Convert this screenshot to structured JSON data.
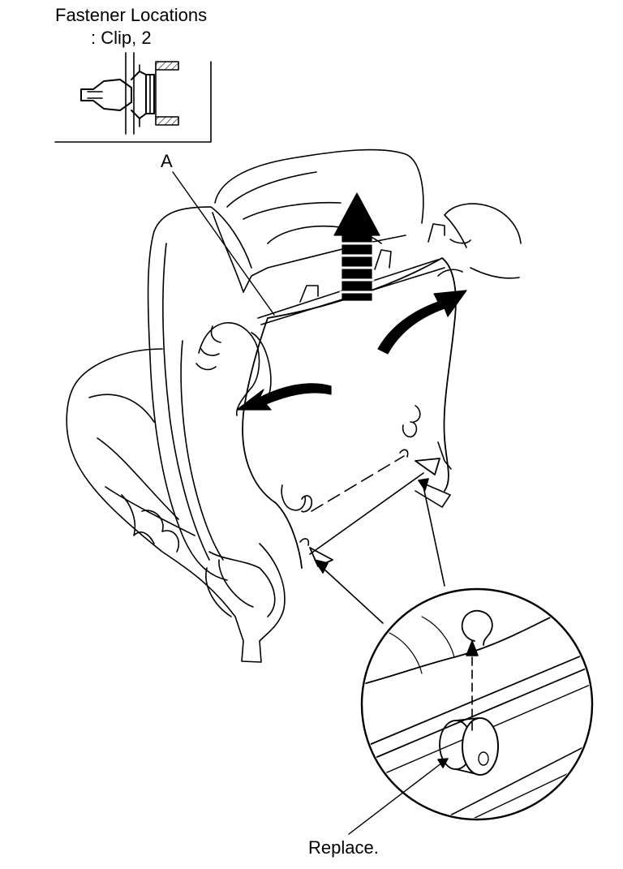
{
  "inset": {
    "title": "Fastener Locations",
    "subtitle": ": Clip, 2"
  },
  "callouts": {
    "a": "A",
    "replace": "Replace."
  },
  "colors": {
    "ink": "#000000",
    "paper": "#ffffff"
  }
}
